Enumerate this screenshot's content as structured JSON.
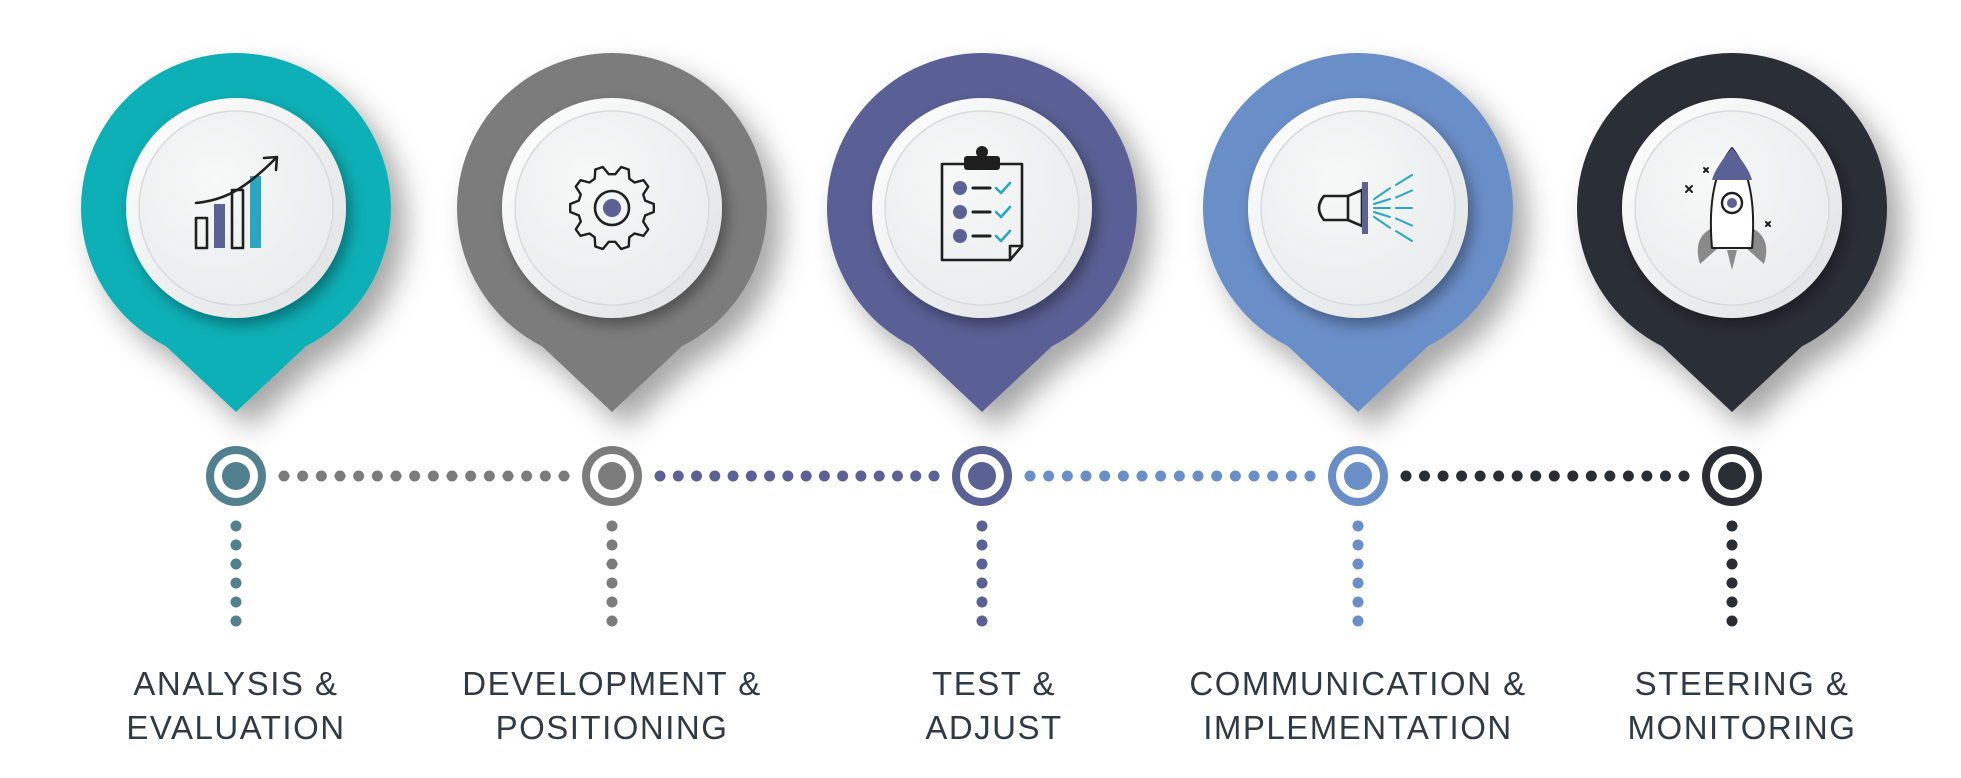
{
  "steps": [
    {
      "line1": "ANALYSIS &",
      "line2": "EVALUATION",
      "color": "#0ab0b6",
      "node_color": "#51808e",
      "icon": "growth-chart-icon"
    },
    {
      "line1": "DEVELOPMENT &",
      "line2": "POSITIONING",
      "color": "#7c7c7c",
      "node_color": "#7c7c7c",
      "icon": "gear-icon"
    },
    {
      "line1": "TEST &",
      "line2": "ADJUST",
      "color": "#5a6195",
      "node_color": "#5a6195",
      "icon": "clipboard-checklist-icon"
    },
    {
      "line1": "COMMUNICATION &",
      "line2": "IMPLEMENTATION",
      "color": "#6a8ec8",
      "node_color": "#6a8ec8",
      "icon": "megaphone-icon"
    },
    {
      "line1": "STEERING &",
      "line2": "MONITORING",
      "color": "#292d34",
      "node_color": "#292d34",
      "icon": "rocket-icon"
    }
  ],
  "colors": {
    "label_text": "#2f3a45",
    "inner_circle": "#f1f2f2",
    "icon_stroke": "#1f1f1f",
    "icon_accent_blue": "#5a6195",
    "icon_accent_teal": "#2aa6c4"
  }
}
